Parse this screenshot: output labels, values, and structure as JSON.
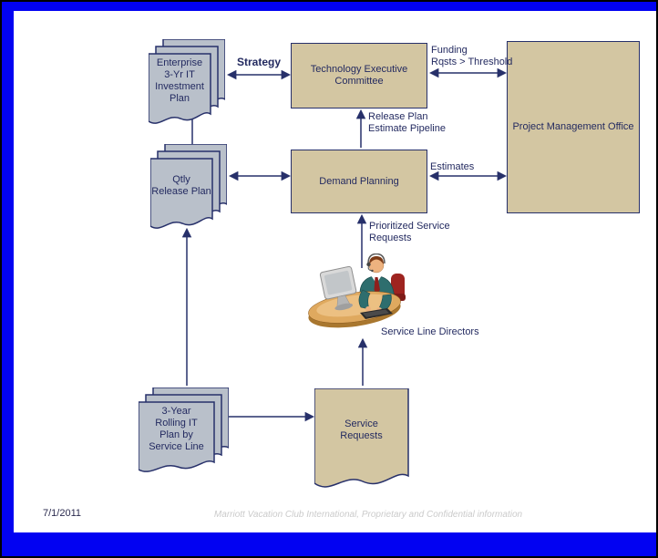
{
  "slide": {
    "date": "7/1/2011",
    "footer": "Marriott Vacation Club International, Proprietary and Confidential information"
  },
  "colors": {
    "frame_blue": "#0202f2",
    "process_fill_tan": "#d3c6a2",
    "document_fill_gray": "#b9c0ca",
    "ink_navy": "#232a60",
    "footer_gray": "#cbcbcb"
  },
  "nodes": {
    "enterprise_plan": {
      "label": "Enterprise\n3-Yr IT\nInvestment\nPlan"
    },
    "technology_executive_committee": {
      "label": "Technology Executive\nCommittee"
    },
    "project_management_office": {
      "label": "Project Management Office"
    },
    "qtly_release_plan": {
      "label": "Qtly\nRelease Plan"
    },
    "demand_planning": {
      "label": "Demand Planning"
    },
    "rolling_plan": {
      "label": "3-Year\nRolling IT\nPlan by\nService Line"
    },
    "service_requests": {
      "label": "Service\nRequests"
    },
    "service_line_directors": {
      "label": "Service Line Directors"
    }
  },
  "edges": {
    "strategy": "Strategy",
    "funding": "Funding\nRqsts > Threshold",
    "release_pipeline": "Release Plan\nEstimate Pipeline",
    "estimates": "Estimates",
    "prioritized": "Prioritized Service\nRequests"
  }
}
